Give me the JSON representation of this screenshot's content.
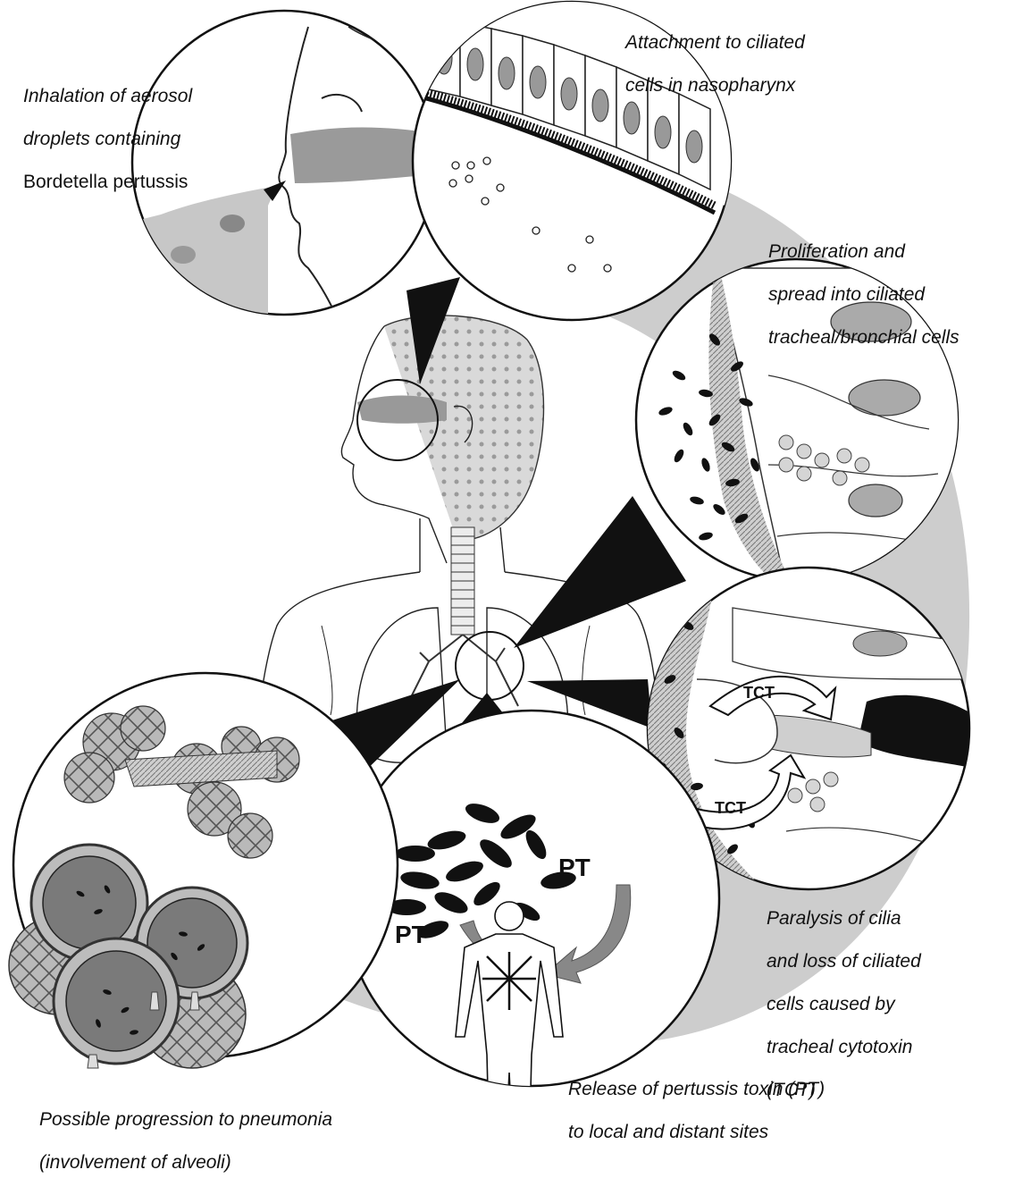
{
  "captions": {
    "inhalation_l1": "Inhalation of aerosol",
    "inhalation_l2": "droplets containing",
    "inhalation_l3": "Bordetella pertussis",
    "attachment_l1": "Attachment to ciliated",
    "attachment_l2": "cells in nasopharynx",
    "proliferation_l1": "Proliferation and",
    "proliferation_l2": "spread into ciliated",
    "proliferation_l3": "tracheal/bronchial cells",
    "paralysis_l1": "Paralysis of cilia",
    "paralysis_l2": "and loss of ciliated",
    "paralysis_l3": "cells caused by",
    "paralysis_l4": "tracheal cytotoxin",
    "paralysis_l5": "(TCT)",
    "release_l1": "Release of pertussis toxin (PT)",
    "release_l2": "to local and distant sites",
    "pneumonia_l1": "Possible progression to pneumonia",
    "pneumonia_l2": "(involvement of alveoli)"
  },
  "labels": {
    "tct_top": "TCT",
    "tct_bottom": "TCT",
    "pt_left": "PT",
    "pt_right": "PT"
  },
  "colors": {
    "ink": "#111111",
    "gray_light": "#d9d9d9",
    "gray_mid": "#a8a8a8",
    "gray_dark": "#6e6e6e",
    "background": "#ffffff"
  }
}
